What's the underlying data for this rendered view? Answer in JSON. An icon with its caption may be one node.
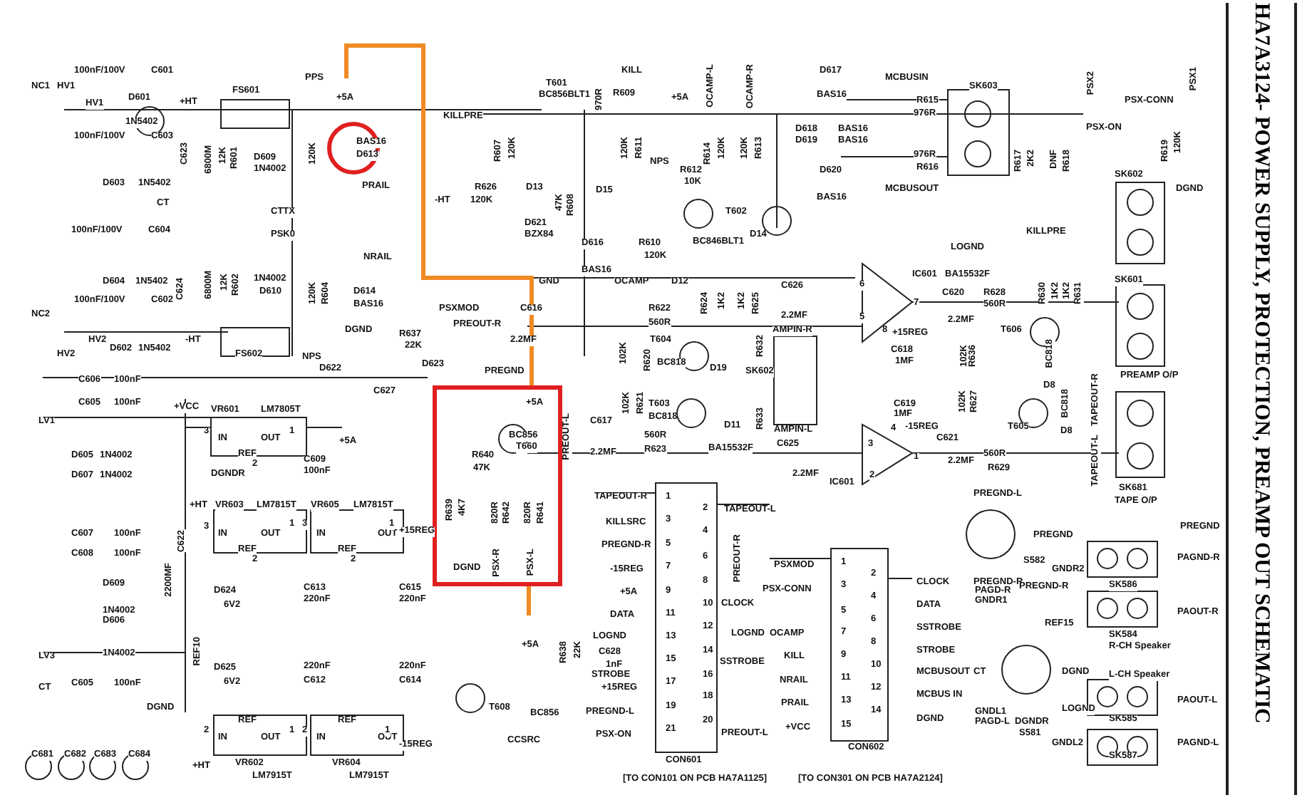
{
  "diagram": {
    "title": "HA7A3124- POWER SUPPLY, PROTECTION, PREAMP OUT SCHEMATIC",
    "labels": [
      "NC1",
      "HV1",
      "HV1",
      "100nF/100V",
      "C601",
      "D601",
      "1N5402",
      "+HT",
      "FS601",
      "PPS",
      "+5A",
      "BAS16",
      "D613",
      "PRAIL",
      "100nF/100V",
      "C603",
      "D603",
      "1N5402",
      "C623",
      "6800M",
      "12K",
      "R601",
      "D609",
      "1N4002",
      "120K",
      "CT",
      "CTTX",
      "PSK0",
      "100nF/100V",
      "C604",
      "D604",
      "1N5402",
      "C624",
      "6800M",
      "12K",
      "R602",
      "1N4002",
      "D610",
      "120K",
      "R604",
      "D614",
      "BAS16",
      "NRAIL",
      "DGND",
      "100nF/100V",
      "C602",
      "NC2",
      "HV2",
      "HV2",
      "D602",
      "1N5402",
      "-HT",
      "FS602",
      "NPS",
      "R637",
      "22K",
      "D622",
      "C627",
      "C606",
      "100nF",
      "D623",
      "PSXMOD",
      "KILLPRE",
      "T601",
      "BC856BLT1",
      "KILL",
      "970R",
      "R609",
      "+5A",
      "OCAMP-L",
      "OCAMP-R",
      "R607",
      "120K",
      "R626",
      "-HT",
      "120K",
      "D13",
      "120K",
      "R611",
      "D15",
      "NPS",
      "R612",
      "10K",
      "R614",
      "120K",
      "120K",
      "R613",
      "T602",
      "BC846BLT1",
      "D14",
      "D621",
      "BZX84",
      "47K",
      "R608",
      "D616",
      "BAS16",
      "R610",
      "120K",
      "GND",
      "OCAMP",
      "D12",
      "D617",
      "BAS16",
      "D618",
      "BAS16",
      "D619",
      "BAS16",
      "D620",
      "BAS16",
      "C626",
      "2.2MF",
      "C616",
      "2.2MF",
      "PREOUT-R",
      "R622",
      "560R",
      "T604",
      "BC818",
      "R624",
      "1K2",
      "1K2",
      "R625",
      "R632",
      "AMPIN-R",
      "102K",
      "R620",
      "PREGND",
      "D19",
      "SK602",
      "MCBUSIN",
      "SK603",
      "R615",
      "976R",
      "976R",
      "R616",
      "MCBUSOUT",
      "R617",
      "2K2",
      "DNF",
      "R618",
      "LOGND",
      "PSX2",
      "PSX-ON",
      "PSX1",
      "PSX-CONN",
      "R619",
      "120K",
      "DGND",
      "SK602",
      "SK601",
      "PREAMP O/P",
      "KILLPRE",
      "IC601",
      "BA15532F",
      "C620",
      "2.2MF",
      "R628",
      "560R",
      "T606",
      "BC818",
      "R630",
      "1K2",
      "1K2",
      "R631",
      "102K",
      "R636",
      "+15REG",
      "C618",
      "1MF",
      "6",
      "5",
      "7",
      "8",
      "D8",
      "BC818",
      "D8",
      "T605",
      "C619",
      "1MF",
      "4",
      "-15REG",
      "C621",
      "2.2MF",
      "102K",
      "R627",
      "560R",
      "R629",
      "3",
      "2",
      "1",
      "SK681",
      "TAPE O/P",
      "TAPEOUT-R",
      "TAPEOUT-L",
      "PREGND",
      "PREGND-L",
      "PREGND",
      "S582",
      "PREGND-R",
      "GNDR2",
      "SK586",
      "PAGND-R",
      "PAOUT-R",
      "SK584",
      "R-CH Speaker",
      "L-CH Speaker",
      "PAOUT-L",
      "SK585",
      "GNDL2",
      "SK587",
      "PAGND-L",
      "PAGD-R",
      "GNDR1",
      "PREGND-R",
      "REF15",
      "CT",
      "DGND",
      "GNDL1",
      "PAGD-L",
      "DGNDR",
      "LOGND",
      "S581",
      "CLOCK",
      "DATA",
      "SSTROBE",
      "STROBE",
      "MCBUSOUT",
      "MCBUS IN",
      "DGND",
      "2",
      "4",
      "6",
      "8",
      "10",
      "12",
      "14",
      "CON602",
      "[TO CON301 ON PCB HA7A2124]",
      "+5A",
      "BC856",
      "T660",
      "R640",
      "47K",
      "R639",
      "4K7",
      "820R",
      "R642",
      "820R",
      "R641",
      "DGND",
      "PSX-R",
      "PSX-L",
      "PREOUT-L",
      "C617",
      "2.2MF",
      "102K",
      "R621",
      "560R",
      "R623",
      "T603",
      "BC818",
      "D11",
      "R633",
      "AMPIN-L",
      "C625",
      "BA15532F",
      "2.2MF",
      "IC601",
      "TAPEOUT-R",
      "KILLSRC",
      "PREGND-R",
      "-15REG",
      "+5A",
      "DATA",
      "LOGND",
      "C628",
      "1nF",
      "STROBE",
      "+15REG",
      "PREGND-L",
      "PSX-ON",
      "1",
      "3",
      "5",
      "7",
      "9",
      "11",
      "13",
      "15",
      "17",
      "19",
      "21",
      "2",
      "4",
      "6",
      "8",
      "10",
      "12",
      "14",
      "16",
      "18",
      "20",
      "TAPEOUT-L",
      "PREOUT-R",
      "CLOCK",
      "LOGND",
      "SSTROBE",
      "PREOUT-L",
      "CON601",
      "[TO CON101 ON PCB HA7A1125]",
      "R638",
      "22K",
      "+5A",
      "T608",
      "BC856",
      "CCSRC",
      "PSXMOD",
      "PSX-CONN",
      "OCAMP",
      "KILL",
      "NRAIL",
      "PRAIL",
      "+VCC",
      "1",
      "3",
      "5",
      "7",
      "9",
      "11",
      "13",
      "15",
      "C605",
      "100nF",
      "LV1",
      "+VCC",
      "VR601",
      "LM7805T",
      "3",
      "IN",
      "OUT",
      "1",
      "+5A",
      "REF",
      "2",
      "C609",
      "100nF",
      "DGNDR",
      "D605",
      "1N4002",
      "D607",
      "1N4002",
      "C607",
      "100nF",
      "C608",
      "100nF",
      "D609",
      "1N4002",
      "D606",
      "1N4002",
      "LV3",
      "C605",
      "100nF",
      "DGND",
      "2200MF",
      "C622",
      "CT",
      "C681",
      "C682",
      "C683",
      "C684",
      "+HT",
      "VR603",
      "LM7815T",
      "3",
      "IN",
      "OUT",
      "1",
      "3",
      "REF",
      "2",
      "VR605",
      "LM7815T",
      "IN",
      "OUT",
      "REF",
      "2",
      "1",
      "+15REG",
      "D624",
      "6V2",
      "C613",
      "220nF",
      "C615",
      "220nF",
      "REF10",
      "D625",
      "6V2",
      "220nF",
      "C612",
      "220nF",
      "C614",
      "REF",
      "2",
      "IN",
      "OUT",
      "1",
      "2",
      "REF",
      "IN",
      "OUT",
      "1",
      "-15REG",
      "+HT",
      "VR602",
      "LM7915T",
      "VR604",
      "LM7915T"
    ]
  }
}
